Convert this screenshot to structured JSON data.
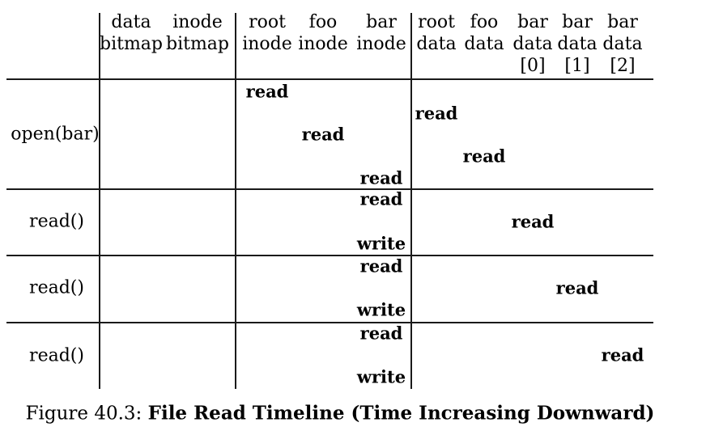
{
  "figure": {
    "caption": {
      "prefix": "Figure 40.3:",
      "title": "File Read Timeline (Time Increasing Downward)"
    }
  },
  "table": {
    "column_headers": [
      {
        "id": "data-bitmap",
        "lines": [
          "data",
          "bitmap",
          ""
        ]
      },
      {
        "id": "inode-bitmap",
        "lines": [
          "inode",
          "bitmap",
          ""
        ]
      },
      {
        "id": "root-inode",
        "lines": [
          "root",
          "inode",
          ""
        ]
      },
      {
        "id": "foo-inode",
        "lines": [
          "foo",
          "inode",
          ""
        ]
      },
      {
        "id": "bar-inode",
        "lines": [
          "bar",
          "inode",
          ""
        ]
      },
      {
        "id": "root-data",
        "lines": [
          "root",
          "data",
          ""
        ]
      },
      {
        "id": "foo-data",
        "lines": [
          "foo",
          "data",
          ""
        ]
      },
      {
        "id": "bar-data-0",
        "lines": [
          "bar",
          "data",
          "[0]"
        ]
      },
      {
        "id": "bar-data-1",
        "lines": [
          "bar",
          "data",
          "[1]"
        ]
      },
      {
        "id": "bar-data-2",
        "lines": [
          "bar",
          "data",
          "[2]"
        ]
      }
    ],
    "rows": [
      {
        "label": "open(bar)",
        "events": [
          {
            "op": "read",
            "column": "root inode"
          },
          {
            "op": "read",
            "column": "root data"
          },
          {
            "op": "read",
            "column": "foo inode"
          },
          {
            "op": "read",
            "column": "foo data"
          },
          {
            "op": "read",
            "column": "bar inode"
          }
        ]
      },
      {
        "label": "read()",
        "events": [
          {
            "op": "read",
            "column": "bar inode"
          },
          {
            "op": "read",
            "column": "bar data [0]"
          },
          {
            "op": "write",
            "column": "bar inode"
          }
        ]
      },
      {
        "label": "read()",
        "events": [
          {
            "op": "read",
            "column": "bar inode"
          },
          {
            "op": "read",
            "column": "bar data [1]"
          },
          {
            "op": "write",
            "column": "bar inode"
          }
        ]
      },
      {
        "label": "read()",
        "events": [
          {
            "op": "read",
            "column": "bar inode"
          },
          {
            "op": "read",
            "column": "bar data [2]"
          },
          {
            "op": "write",
            "column": "bar inode"
          }
        ]
      }
    ]
  }
}
